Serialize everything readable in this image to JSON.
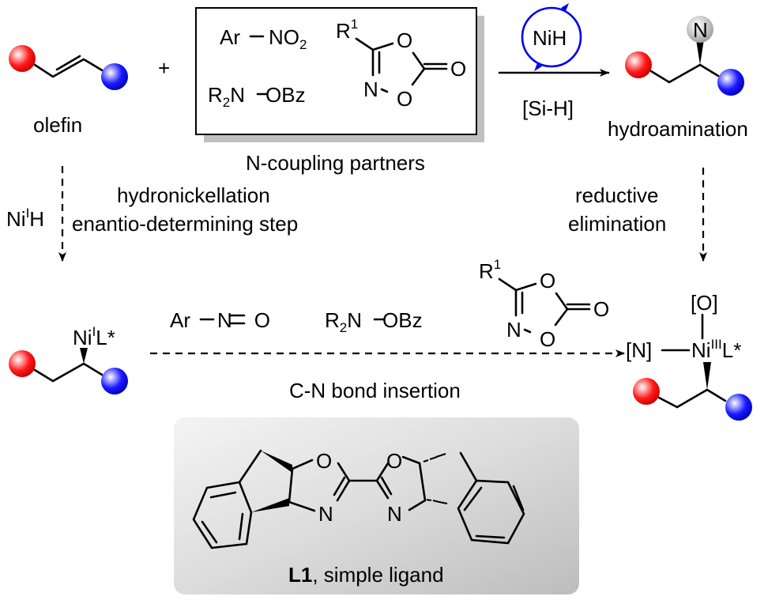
{
  "colors": {
    "red_sphere": "#ff1a1a",
    "blue_sphere": "#1a1aff",
    "n_sphere": "#b0b0b0",
    "catalyst_cycle": "#0000ee",
    "ligand_panel": "#d0d0d0"
  },
  "reactant": {
    "label": "olefin"
  },
  "plus": "+",
  "partners": {
    "nitro_ar": "Ar",
    "nitro_group": "NO",
    "nitro_sub": "2",
    "amine_r": "R",
    "amine_sub": "2",
    "amine_rest": "N",
    "amine_obz": "OBz",
    "diox_r": "R",
    "diox_sup": "1",
    "diox_n": "N",
    "diox_o1": "O",
    "diox_o2": "O",
    "diox_o3": "O",
    "caption": "N-coupling partners"
  },
  "reaction": {
    "catalyst": "NiH",
    "reagent": "[Si-H]"
  },
  "product": {
    "n_atom": "N",
    "label": "hydroamination"
  },
  "left_step": {
    "reagent_ni": "Ni",
    "reagent_sup": "I",
    "reagent_h": "H",
    "line1": "hydronickellation",
    "line2": "enantio-determining step"
  },
  "right_step": {
    "line1": "reductive",
    "line2": "elimination"
  },
  "intermediate": {
    "ni": "Ni",
    "ni_sup": "I",
    "ligand": "L*"
  },
  "insertion": {
    "nitroso_ar": "Ar",
    "nitroso_n": "N",
    "nitroso_o": "O",
    "amine_r": "R",
    "amine_sub": "2",
    "amine_n": "N",
    "amine_obz": "OBz",
    "diox_r": "R",
    "diox_sup": "1",
    "diox_n": "N",
    "diox_o1": "O",
    "diox_o2": "O",
    "diox_o3": "O",
    "label": "C-N bond insertion"
  },
  "ni3_complex": {
    "o_ligand": "[O]",
    "n_ligand": "[N]",
    "ni": "Ni",
    "ni_sup": "III",
    "ligand": "L*"
  },
  "ligand": {
    "o1": "O",
    "n1": "N",
    "o2": "O",
    "n2": "N",
    "name_bold": "L1",
    "name_rest": ", simple ligand"
  }
}
